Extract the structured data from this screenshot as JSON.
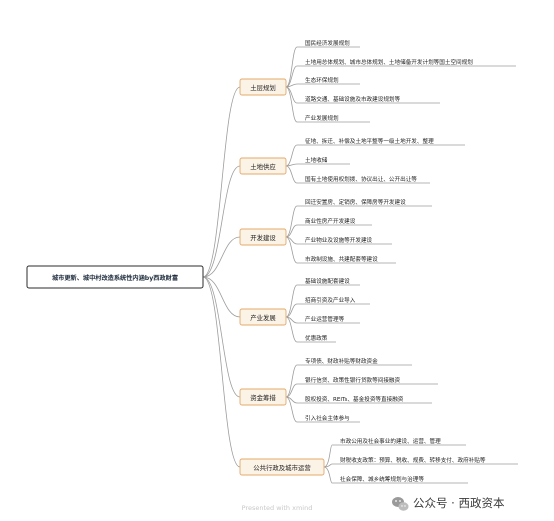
{
  "root": {
    "label": "城市更新、城中村改造系统性内涵by西政财富"
  },
  "branches": [
    {
      "label": "土层规划",
      "children": [
        "国民经济发展规划",
        "土地用总体规划、城市总体规划、土地储备开发计划等国土空间规划",
        "生态环保规划",
        "道路交通、基础设施及市政建设规划等",
        "产业发展规划"
      ]
    },
    {
      "label": "土地供应",
      "children": [
        "征地、拆迁、补偿及土地平整等一级土地开发、整理",
        "土地收储",
        "国有土地使用权划拨、协议出让、公开出让等"
      ]
    },
    {
      "label": "开发建设",
      "children": [
        "回迁安置房、定销房、保障房等开发建设",
        "商业性房产开发建设",
        "产业物业及设施等开发建设",
        "市政制设施、共建配套等建设"
      ]
    },
    {
      "label": "产业发展",
      "children": [
        "基础设施配套建设",
        "招商引资及产业导入",
        "产业运营管理等",
        "优惠政策"
      ]
    },
    {
      "label": "资金筹措",
      "children": [
        "专项债、财政补贴等财政资金",
        "银行信贷、政策性银行贷款等间接融资",
        "股权投资、REITs、基金投资等直接融资",
        "引入社会主体参与"
      ]
    },
    {
      "label": "公共行政及城市运营",
      "children": [
        "市政公用及社会事业的建设、运营、管理",
        "财税收支政策：预算、税收、规费、转移支付、政府补贴等",
        "社会保障、城乡统筹规划与治理等"
      ]
    }
  ],
  "watermark": "Presented with xmind",
  "brand": {
    "text": "公众号 · 西政资本",
    "icon": "wechat-icon"
  },
  "colors": {
    "line": "#9d9d9d",
    "branch_fill": "#fcf3e7",
    "branch_border": "#e2a86a",
    "root_border": "#2b2b2b"
  }
}
